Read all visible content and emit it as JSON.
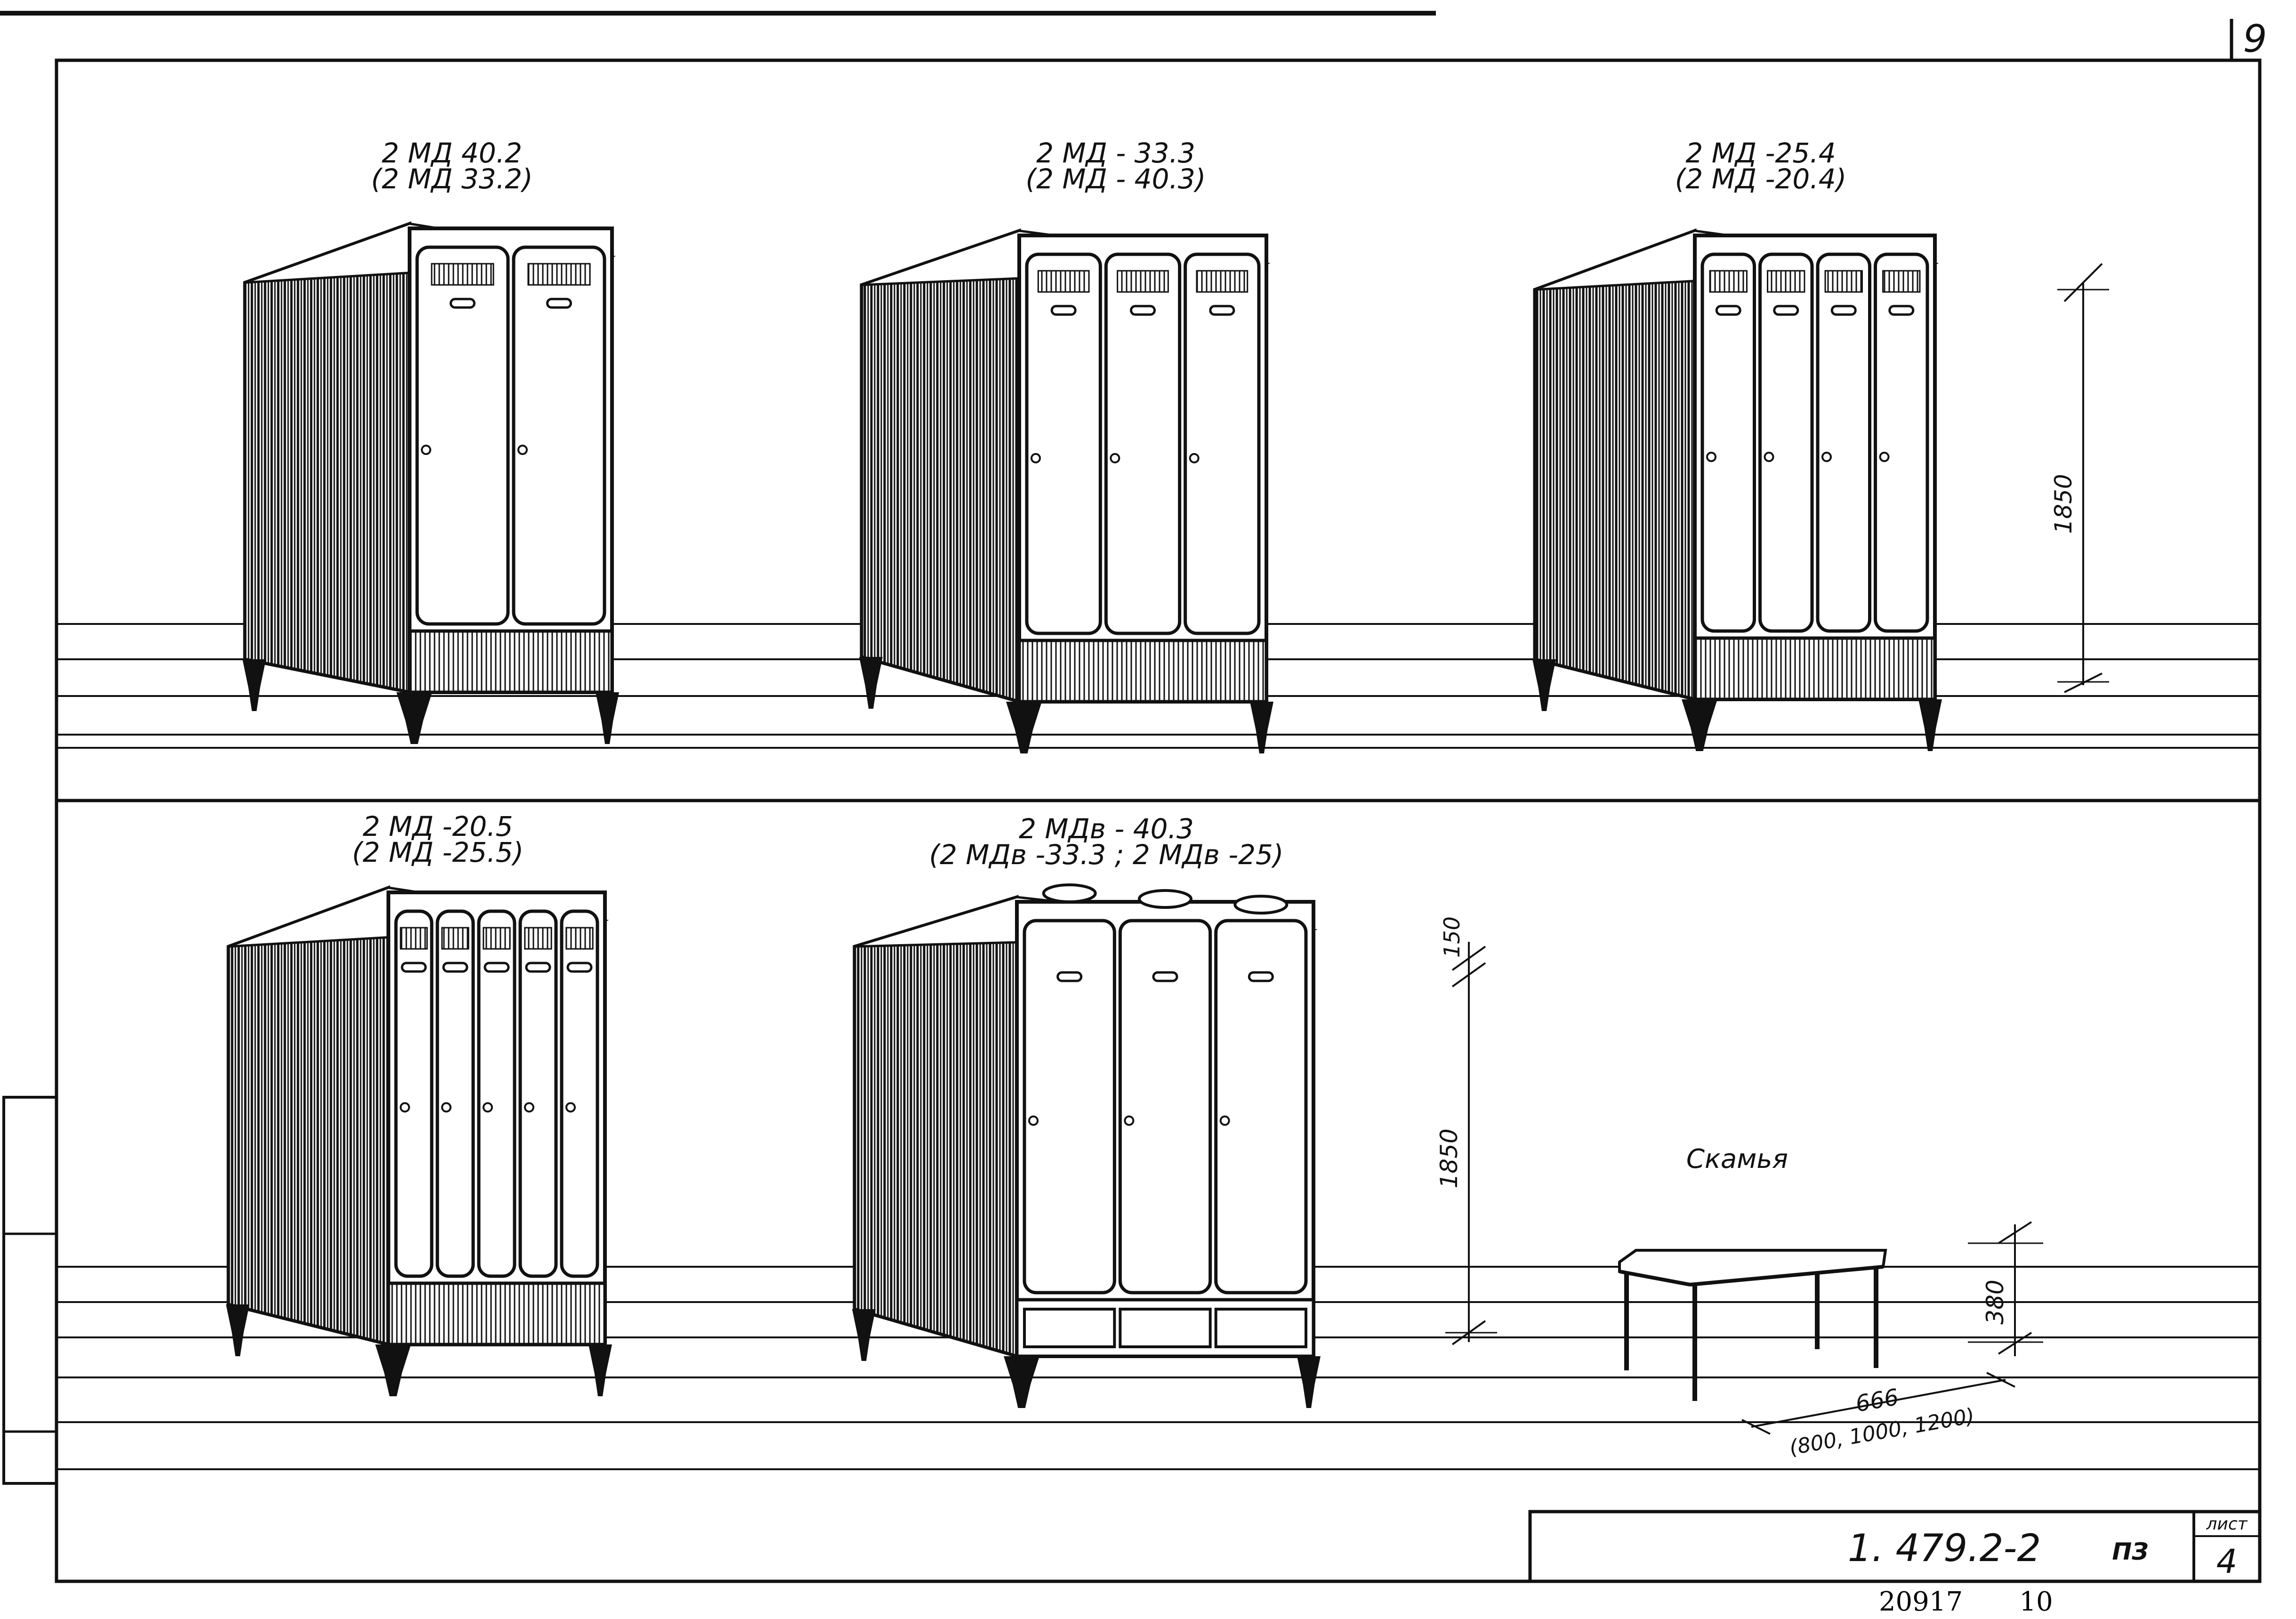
{
  "sheet": {
    "corner_number": "9",
    "designation": "1. 479.2-2",
    "stage": "ПЗ",
    "sheet_label": "лист",
    "sheet_number": "4",
    "inventory_number": "20917",
    "inventory_suffix": "10"
  },
  "cabinets": [
    {
      "id": "a",
      "line1": "2 МД 40.2",
      "line2": "(2 МД 33.2)",
      "doors": 2,
      "ventilated": false
    },
    {
      "id": "b",
      "line1": "2 МД - 33.3",
      "line2": "(2 МД - 40.3)",
      "doors": 3,
      "ventilated": false
    },
    {
      "id": "c",
      "line1": "2 МД -25.4",
      "line2": "(2 МД -20.4)",
      "doors": 4,
      "ventilated": false
    },
    {
      "id": "d",
      "line1": "2 МД -20.5",
      "line2": "(2 МД -25.5)",
      "doors": 5,
      "ventilated": false
    },
    {
      "id": "e",
      "line1": "2 МДв - 40.3",
      "line2": "(2 МДв -33.3 ; 2 МДв -25)",
      "doors": 3,
      "ventilated": true
    }
  ],
  "dimensions": {
    "cabinet_height_top": "1850",
    "cabinet_height_bottom": "1850",
    "fan_height": "150",
    "bench_height": "380",
    "bench_length": "666",
    "bench_length_options": "(800, 1000, 1200)"
  },
  "bench": {
    "label": "Скамья"
  }
}
